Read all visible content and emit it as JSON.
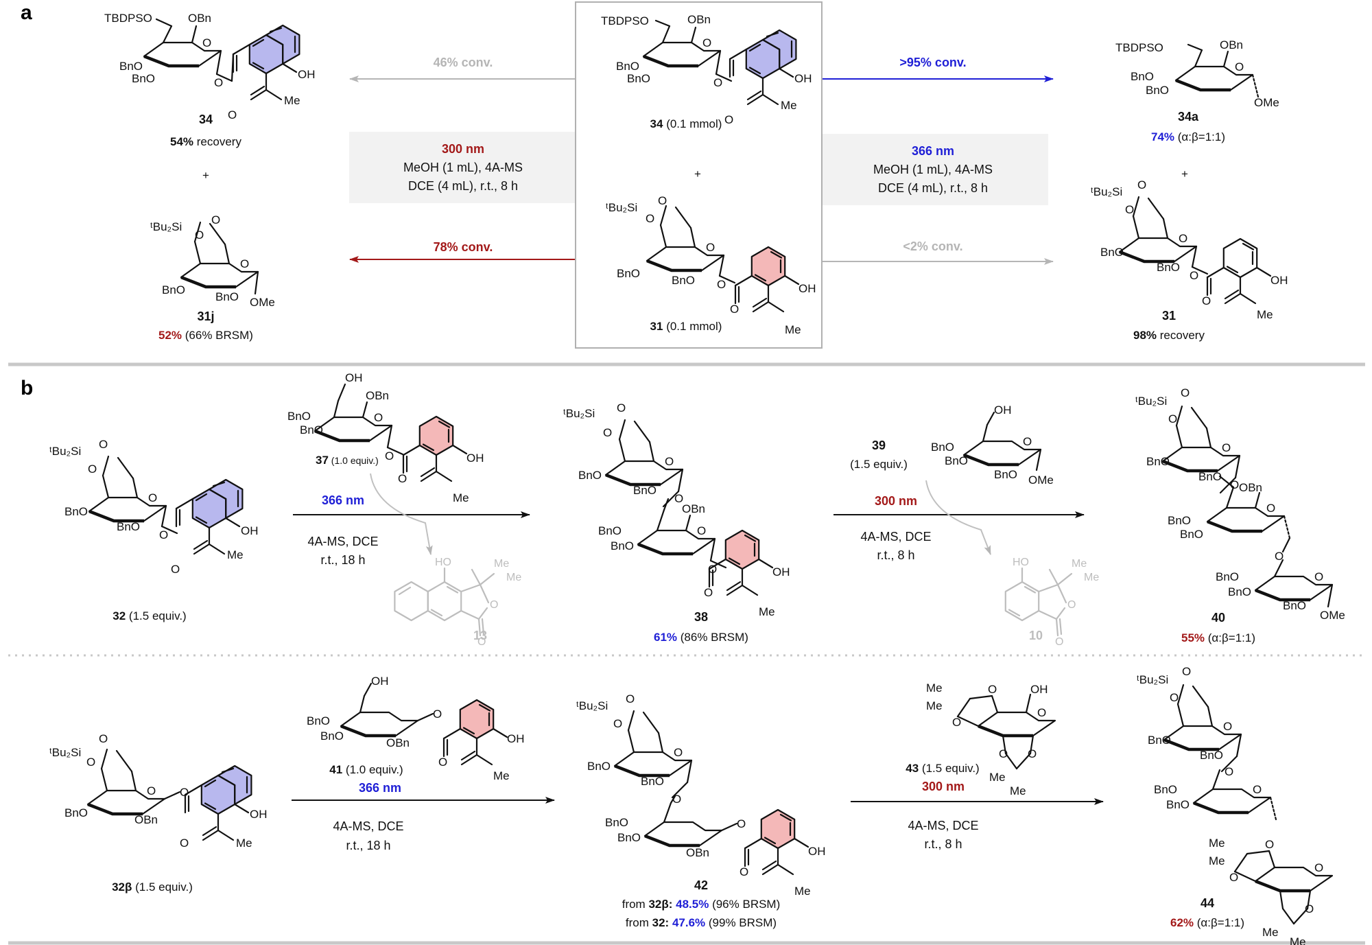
{
  "panel_a": {
    "label": "a",
    "left_top_compound": {
      "id": "34",
      "note_pct": "54%",
      "note_text": " recovery",
      "labels": {
        "tbdps": "TBDPSO",
        "obn": "OBn",
        "bno1": "BnO",
        "bno2": "BnO",
        "o": "O",
        "oh": "OH",
        "me": "Me",
        "ester_o": "O"
      }
    },
    "left_plus": "+",
    "left_bottom_compound": {
      "id": "31j",
      "note_pct": "52%",
      "note_text": " (66% BRSM)",
      "labels": {
        "si": "ᵗBu₂Si",
        "o1": "O",
        "o2": "O",
        "o3": "O",
        "bno": "BnO",
        "bno2": "BnO",
        "ome": "OMe"
      }
    },
    "arrow_left_top": "46% conv.",
    "arrow_left_bottom": "78% conv.",
    "condition_left": {
      "wavelength": "300 nm",
      "line1": "MeOH (1 mL), 4A-MS",
      "line2": "DCE (4 mL), r.t., 8 h"
    },
    "center_top": {
      "id": "34",
      "amount": " (0.1 mmol)",
      "labels": {
        "tbdps": "TBDPSO",
        "obn": "OBn",
        "bno1": "BnO",
        "bno2": "BnO",
        "o": "O",
        "oh": "OH",
        "me": "Me",
        "ester_o": "O"
      }
    },
    "center_plus": "+",
    "center_bottom": {
      "id": "31",
      "amount": " (0.1 mmol)",
      "labels": {
        "si": "ᵗBu₂Si",
        "o1": "O",
        "o2": "O",
        "o3": "O",
        "bno": "BnO",
        "bno2": "BnO",
        "oh": "OH",
        "me": "Me",
        "ester_o": "O"
      }
    },
    "arrow_right_top": ">95% conv.",
    "arrow_right_bottom": "<2% conv.",
    "condition_right": {
      "wavelength": "366 nm",
      "line1": "MeOH (1 mL), 4A-MS",
      "line2": "DCE (4 mL), r.t., 8 h"
    },
    "right_top_compound": {
      "id": "34a",
      "note_pct": "74%",
      "note_text": " (α:β=1:1)",
      "labels": {
        "tbdps": "TBDPSO",
        "obn": "OBn",
        "bno1": "BnO",
        "bno2": "BnO",
        "o": "O",
        "ome": "OMe"
      }
    },
    "right_plus": "+",
    "right_bottom_compound": {
      "id": "31",
      "note_pct": "98%",
      "note_text": " recovery",
      "labels": {
        "si": "ᵗBu₂Si",
        "o1": "O",
        "o2": "O",
        "o3": "O",
        "bno": "BnO",
        "bno2": "BnO",
        "oh": "OH",
        "me": "Me",
        "ester_o": "O"
      }
    }
  },
  "panel_b": {
    "label": "b",
    "row1": {
      "start": {
        "id": "32",
        "amount": " (1.5 equiv.)",
        "labels": {
          "si": "ᵗBu₂Si",
          "o1": "O",
          "o2": "O",
          "o3": "O",
          "bno": "BnO",
          "bno2": "BnO",
          "oh": "OH",
          "me": "Me",
          "ester_o": "O"
        }
      },
      "reagent1": {
        "id": "37",
        "amount": " (1.0 equiv.)",
        "labels": {
          "oh_top": "OH",
          "obn": "OBn",
          "bno1": "BnO",
          "bno2": "BnO",
          "o": "O",
          "oh": "OH",
          "me": "Me",
          "ester_o": "O"
        }
      },
      "step1": {
        "wavelength": "366 nm",
        "line1": "4A-MS, DCE",
        "line2": "r.t., 18 h"
      },
      "byproduct1": {
        "id": "13",
        "labels": {
          "ho": "HO",
          "me1": "Me",
          "me2": "Me",
          "o": "O",
          "o2": "O"
        }
      },
      "product1": {
        "id": "38",
        "note_pct": "61%",
        "note_text": " (86% BRSM)",
        "labels": {
          "si": "ᵗBu₂Si",
          "o1": "O",
          "o2": "O",
          "o3": "O",
          "bno": "BnO",
          "bno2": "BnO",
          "obn": "OBn",
          "bno3": "BnO",
          "bno4": "BnO",
          "o4": "O",
          "oh": "OH",
          "me": "Me",
          "ester_o": "O"
        }
      },
      "reagent2": {
        "id": "39",
        "amount": "(1.5 equiv.)",
        "labels": {
          "oh": "OH",
          "bno1": "BnO",
          "bno2": "BnO",
          "bno3": "BnO",
          "ome": "OMe",
          "o": "O"
        }
      },
      "step2": {
        "wavelength": "300 nm",
        "line1": "4A-MS, DCE",
        "line2": "r.t., 8 h"
      },
      "byproduct2": {
        "id": "10",
        "labels": {
          "ho": "HO",
          "me1": "Me",
          "me2": "Me",
          "o": "O",
          "o2": "O"
        }
      },
      "product2": {
        "id": "40",
        "note_pct": "55%",
        "note_text": " (α:β=1:1)",
        "labels": {
          "si": "ᵗBu₂Si",
          "o1": "O",
          "o2": "O",
          "o3": "O",
          "bno": "BnO",
          "bno2": "BnO",
          "obn": "OBn",
          "bno3": "BnO",
          "bno4": "BnO",
          "o4": "O",
          "o5": "O",
          "bno5": "BnO",
          "bno6": "BnO",
          "bno7": "BnO",
          "ome": "OMe"
        }
      }
    },
    "row2": {
      "start": {
        "id": "32β",
        "amount": " (1.5 equiv.)",
        "labels": {
          "si": "ᵗBu₂Si",
          "o1": "O",
          "o2": "O",
          "o3": "O",
          "bno": "BnO",
          "obn": "OBn",
          "oh": "OH",
          "me": "Me",
          "ester_o": "O"
        }
      },
      "reagent1": {
        "id": "41",
        "amount": " (1.0 equiv.)",
        "labels": {
          "oh_top": "OH",
          "bno1": "BnO",
          "bno2": "BnO",
          "obn": "OBn",
          "o": "O",
          "oh": "OH",
          "me": "Me",
          "ester_o": "O"
        }
      },
      "step1": {
        "wavelength": "366 nm",
        "line1": "4A-MS, DCE",
        "line2": "r.t., 18 h"
      },
      "product1": {
        "id": "42",
        "line_a_prefix": "from ",
        "line_a_src": "32β:",
        "line_a_pct": "48.5%",
        "line_a_text": " (96% BRSM)",
        "line_b_prefix": "from ",
        "line_b_src": "32:",
        "line_b_pct": "47.6%",
        "line_b_text": " (99% BRSM)",
        "labels": {
          "si": "ᵗBu₂Si",
          "o1": "O",
          "o2": "O",
          "o3": "O",
          "bno": "BnO",
          "bno2": "BnO",
          "bno3": "BnO",
          "bno4": "BnO",
          "obn": "OBn",
          "o4": "O",
          "oh": "OH",
          "me": "Me",
          "ester_o": "O"
        }
      },
      "reagent2": {
        "id": "43",
        "amount": " (1.5 equiv.)",
        "labels": {
          "oh": "OH",
          "me1": "Me",
          "me2": "Me",
          "me3": "Me",
          "me4": "Me",
          "o1": "O",
          "o2": "O",
          "o3": "O",
          "o4": "O",
          "o5": "O"
        }
      },
      "step2": {
        "wavelength": "300 nm",
        "line1": "4A-MS, DCE",
        "line2": "r.t., 8 h"
      },
      "product2": {
        "id": "44",
        "note_pct": "62%",
        "note_text": " (α:β=1:1)",
        "labels": {
          "si": "ᵗBu₂Si",
          "o1": "O",
          "o2": "O",
          "o3": "O",
          "bno": "BnO",
          "bno2": "BnO",
          "bno3": "BnO",
          "bno4": "BnO",
          "o4": "O",
          "me1": "Me",
          "me2": "Me",
          "me3": "Me",
          "me4": "Me",
          "o5": "O",
          "o6": "O",
          "o7": "O",
          "o8": "O"
        }
      }
    }
  },
  "colors": {
    "red": "#a31919",
    "blue": "#1f1fd6",
    "gray": "#b5b5b5",
    "box_fill": "#f2f2f2",
    "pink": "#f4b8b8",
    "lilac": "#b8b8ee",
    "separator": "#c8c8c8"
  }
}
